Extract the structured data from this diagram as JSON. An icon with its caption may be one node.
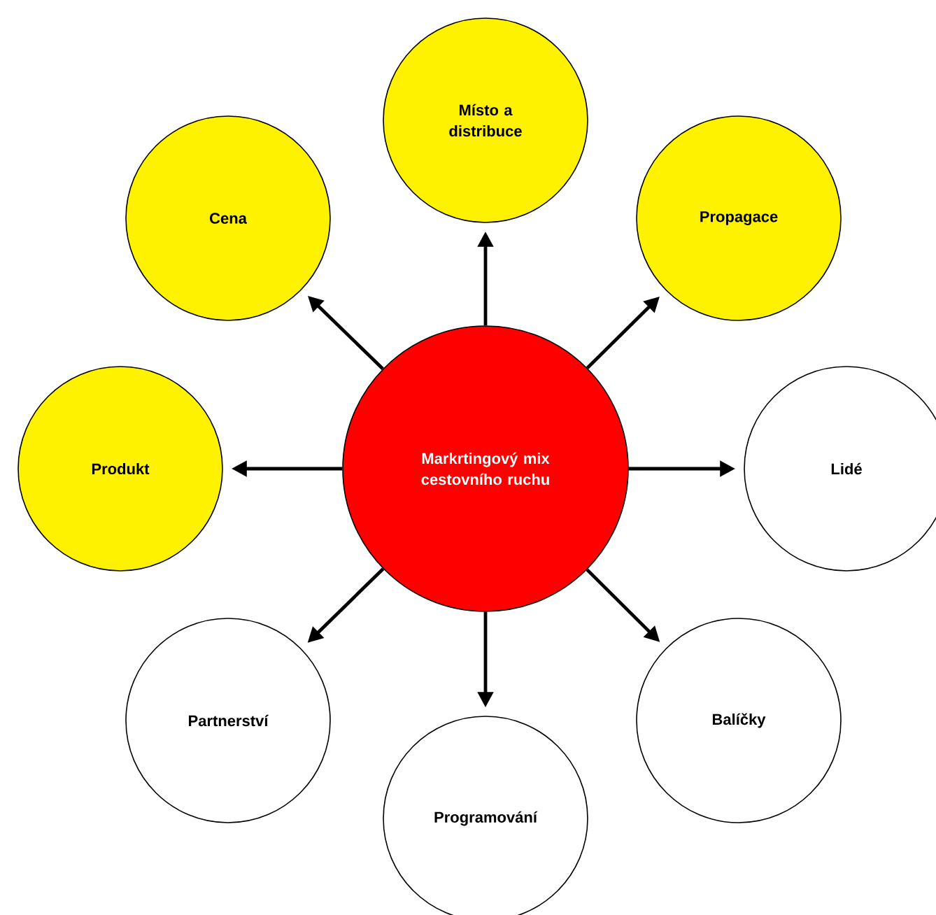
{
  "diagram": {
    "nodes": [
      {
        "text": [
          "Markrtingový mix cestovního ruchu"
        ]
      },
      {
        "text": [
          "Místo a distribuce"
        ]
      },
      {
        "text": [
          "Propagace"
        ]
      },
      {
        "text": [
          "Lidé"
        ]
      },
      {
        "text": [
          "Balíčky"
        ]
      },
      {
        "text": [
          "Programování"
        ]
      },
      {
        "text": [
          "Partnerství"
        ]
      },
      {
        "text": [
          "Produkt"
        ]
      },
      {
        "text": [
          "Cena"
        ]
      }
    ],
    "edges": [
      {
        "from": 0,
        "to": 1,
        "arrow": "to"
      },
      {
        "from": 0,
        "to": 2,
        "arrow": "to"
      },
      {
        "from": 0,
        "to": 3,
        "arrow": "to"
      },
      {
        "from": 0,
        "to": 4,
        "arrow": "to"
      },
      {
        "from": 0,
        "to": 5,
        "arrow": "to"
      },
      {
        "from": 0,
        "to": 6,
        "arrow": "to"
      },
      {
        "from": 0,
        "to": 7,
        "arrow": "to"
      },
      {
        "from": 0,
        "to": 8,
        "arrow": "to"
      }
    ]
  }
}
